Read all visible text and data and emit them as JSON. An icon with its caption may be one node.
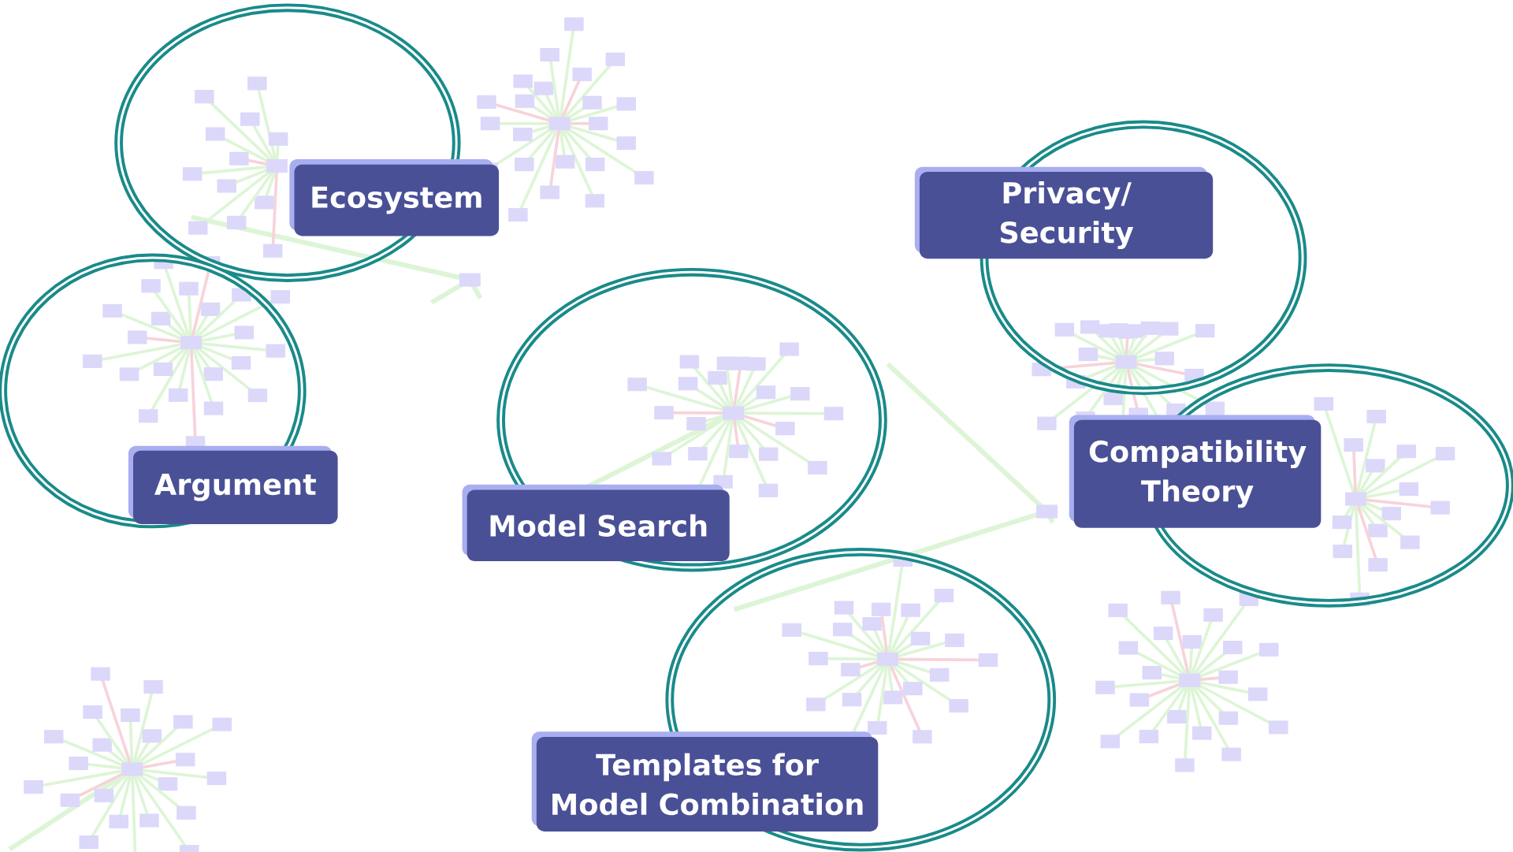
{
  "diagram": {
    "nodes": [
      {
        "text": [
          "Ecosystem"
        ]
      },
      {
        "text": [
          "Argument"
        ]
      },
      {
        "text": [
          "Model Search"
        ]
      },
      {
        "text": [
          "Privacy/ Security"
        ]
      },
      {
        "text": [
          "Compatibility Theory"
        ]
      },
      {
        "text": [
          "Templates for Model Combination"
        ]
      }
    ]
  }
}
